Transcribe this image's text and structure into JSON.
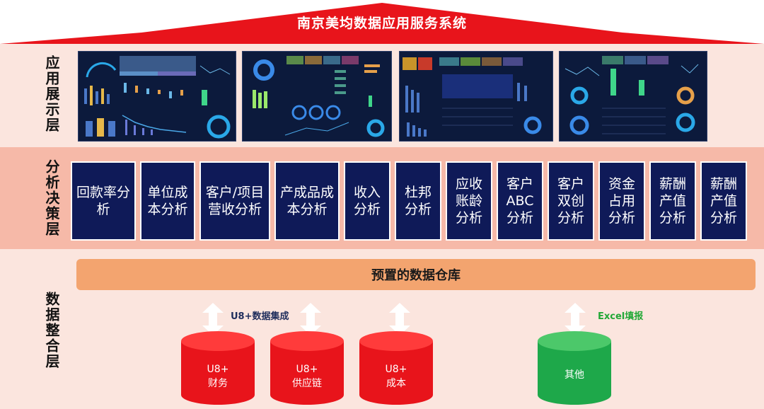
{
  "title": "南京美均数据应用服务系统",
  "layers": {
    "display": "应用展示层",
    "analysis": "分析决策层",
    "integration": "数据整合层"
  },
  "analysis_cards": [
    "回款率分析",
    "单位成本分析",
    "客户/项目营收分析",
    "产成品成本分析",
    "收入分析",
    "杜邦分析",
    "应收账龄分析",
    "客户ABC分析",
    "客户双创分析",
    "资金占用分析",
    "薪酬产值分析",
    "薪酬产值分析"
  ],
  "warehouse": "预置的数据仓库",
  "arrows": {
    "u8_label": "U8+数据集成",
    "excel_label": "Excel填报"
  },
  "databases": [
    {
      "line1": "U8+",
      "line2": "财务",
      "color": "#e8141b"
    },
    {
      "line1": "U8+",
      "line2": "供应链",
      "color": "#e8141b"
    },
    {
      "line1": "U8+",
      "line2": "成本",
      "color": "#e8141b"
    },
    {
      "line1": "其他",
      "line2": "",
      "color": "#1ea84a"
    }
  ],
  "colors": {
    "roof": "#e8141b",
    "card_bg": "#0f1a58",
    "warehouse": "#f3a46f",
    "dashboard_bg": "#0c1a3c"
  }
}
